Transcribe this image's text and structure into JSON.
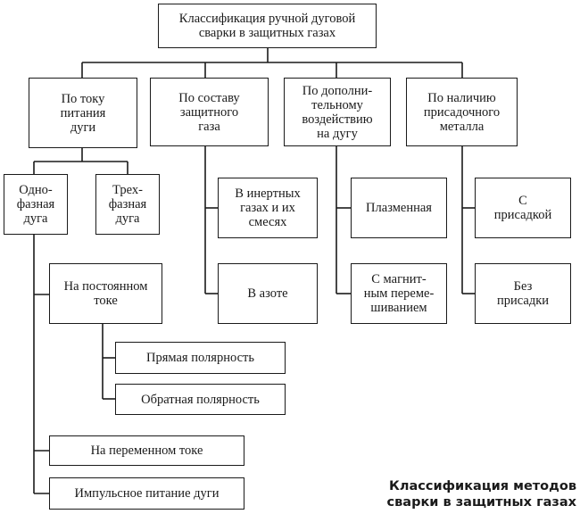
{
  "root": "Классификация ручной дуговой\nсварки в защитных газах",
  "categories": {
    "current": "По току\nпитания\nдуги",
    "gas": "По составу\nзащитного\nгаза",
    "extra": "По дополни-\nтельному\nвоздействию\nна дугу",
    "filler": "По наличию\nприсадочного\nметалла"
  },
  "current": {
    "single": "Одно-\nфазная\nдуга",
    "three": "Трех-\nфазная\nдуга",
    "dc": "На постоянном\nтоке",
    "straight": "Прямая полярность",
    "reverse": "Обратная полярность",
    "ac": "На переменном токе",
    "pulse": "Импульсное питание дуги"
  },
  "gas": {
    "inert": "В инертных\nгазах и их\nсмесях",
    "nitrogen": "В азоте"
  },
  "extra": {
    "plasma": "Плазменная",
    "magnetic": "С магнит-\nным переме-\nшиванием"
  },
  "filler": {
    "with": "С\nприсадкой",
    "without": "Без\nприсадки"
  },
  "caption": "Классификация методов\nсварки в защитных газах"
}
